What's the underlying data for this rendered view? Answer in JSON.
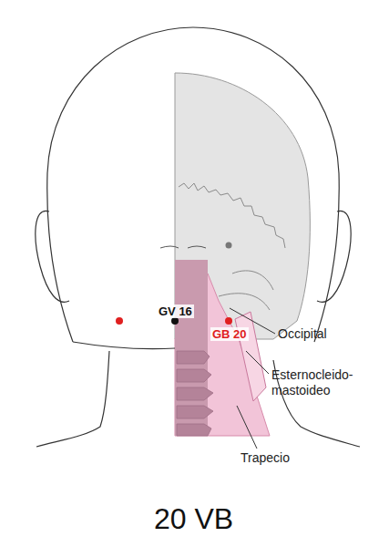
{
  "diagram": {
    "caption": "20 VB",
    "labels": [
      "GV 16",
      "GB 20",
      "Occipital",
      "Esternocleido- mastoideo",
      "Trapecio"
    ]
  }
}
